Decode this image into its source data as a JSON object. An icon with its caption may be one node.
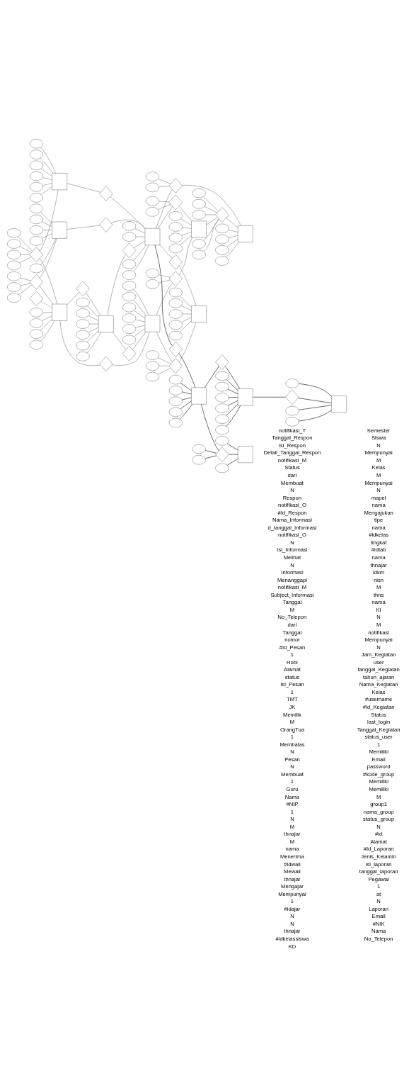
{
  "diagram": {
    "nodes": [
      {
        "text": [],
        "shape": "ellipse"
      },
      {
        "text": [],
        "shape": "ellipse"
      },
      {
        "text": [],
        "shape": "ellipse"
      },
      {
        "text": [],
        "shape": "ellipse"
      },
      {
        "text": [],
        "shape": "diamond"
      },
      {
        "text": [],
        "shape": "ellipse"
      },
      {
        "text": [],
        "shape": "ellipse"
      },
      {
        "text": [],
        "shape": "ellipse"
      },
      {
        "text": [],
        "shape": "ellipse"
      },
      {
        "text": [],
        "shape": "box"
      },
      {
        "text": [],
        "shape": "ellipse"
      },
      {
        "text": [],
        "shape": "ellipse"
      },
      {
        "text": [],
        "shape": "ellipse"
      },
      {
        "text": [],
        "shape": "ellipse"
      },
      {
        "text": [],
        "shape": "diamond"
      },
      {
        "text": [],
        "shape": "ellipse"
      },
      {
        "text": [],
        "shape": "ellipse"
      },
      {
        "text": [],
        "shape": "ellipse"
      },
      {
        "text": [],
        "shape": "ellipse"
      },
      {
        "text": [],
        "shape": "box"
      },
      {
        "text": [],
        "shape": "ellipse"
      },
      {
        "text": [],
        "shape": "ellipse"
      },
      {
        "text": [],
        "shape": "diamond"
      },
      {
        "text": [],
        "shape": "diamond"
      },
      {
        "text": [],
        "shape": "ellipse"
      },
      {
        "text": [],
        "shape": "ellipse"
      },
      {
        "text": [],
        "shape": "ellipse"
      },
      {
        "text": [],
        "shape": "diamond"
      },
      {
        "text": [],
        "shape": "box"
      },
      {
        "text": [],
        "shape": "ellipse"
      },
      {
        "text": [],
        "shape": "diamond"
      },
      {
        "text": [],
        "shape": "ellipse"
      },
      {
        "text": [],
        "shape": "ellipse"
      },
      {
        "text": [],
        "shape": "ellipse"
      },
      {
        "text": [],
        "shape": "ellipse"
      },
      {
        "text": [],
        "shape": "ellipse"
      },
      {
        "text": [],
        "shape": "ellipse"
      },
      {
        "text": [],
        "shape": "box"
      },
      {
        "text": [],
        "shape": "diamond"
      },
      {
        "text": [],
        "shape": "ellipse"
      },
      {
        "text": [],
        "shape": "ellipse"
      },
      {
        "text": [],
        "shape": "box"
      },
      {
        "text": [],
        "shape": "ellipse"
      },
      {
        "text": [],
        "shape": "ellipse"
      },
      {
        "text": [],
        "shape": "diamond"
      },
      {
        "text": [],
        "shape": "diamond"
      },
      {
        "text": [],
        "shape": "ellipse"
      },
      {
        "text": [],
        "shape": "diamond"
      },
      {
        "text": [],
        "shape": "ellipse"
      },
      {
        "text": [],
        "shape": "ellipse"
      },
      {
        "text": [],
        "shape": "diamond"
      },
      {
        "text": [],
        "shape": "ellipse"
      },
      {
        "text": [],
        "shape": "ellipse"
      },
      {
        "text": [],
        "shape": "ellipse"
      },
      {
        "text": [],
        "shape": "box"
      },
      {
        "text": [],
        "shape": "ellipse"
      },
      {
        "text": [],
        "shape": "ellipse"
      },
      {
        "text": [],
        "shape": "ellipse"
      },
      {
        "text": [],
        "shape": "ellipse"
      },
      {
        "text": [],
        "shape": "ellipse"
      },
      {
        "text": [],
        "shape": "ellipse"
      },
      {
        "text": [],
        "shape": "diamond"
      },
      {
        "text": [],
        "shape": "ellipse"
      },
      {
        "text": [],
        "shape": "box"
      },
      {
        "text": [],
        "shape": "ellipse"
      },
      {
        "text": [],
        "shape": "ellipse"
      },
      {
        "text": [],
        "shape": "ellipse"
      },
      {
        "text": [],
        "shape": "ellipse"
      },
      {
        "text": [],
        "shape": "ellipse"
      },
      {
        "text": [],
        "shape": "diamond"
      },
      {
        "text": [],
        "shape": "ellipse"
      },
      {
        "text": [],
        "shape": "ellipse"
      },
      {
        "text": [],
        "shape": "ellipse"
      },
      {
        "text": [],
        "shape": "box"
      },
      {
        "text": [],
        "shape": "ellipse"
      },
      {
        "text": [],
        "shape": "ellipse"
      },
      {
        "text": [],
        "shape": "ellipse"
      },
      {
        "text": [],
        "shape": "ellipse"
      },
      {
        "text": [],
        "shape": "diamond"
      },
      {
        "text": [],
        "shape": "ellipse"
      },
      {
        "text": [],
        "shape": "diamond"
      },
      {
        "text": [],
        "shape": "box"
      },
      {
        "text": [],
        "shape": "ellipse"
      },
      {
        "text": [],
        "shape": "ellipse"
      },
      {
        "text": [],
        "shape": "ellipse"
      },
      {
        "text": [],
        "shape": "ellipse"
      },
      {
        "text": [],
        "shape": "ellipse"
      },
      {
        "text": [],
        "shape": "ellipse"
      },
      {
        "text": [],
        "shape": "ellipse"
      },
      {
        "text": [],
        "shape": "ellipse"
      },
      {
        "text": [],
        "shape": "ellipse"
      },
      {
        "text": [],
        "shape": "ellipse"
      },
      {
        "text": [],
        "shape": "diamond"
      },
      {
        "text": [],
        "shape": "ellipse"
      },
      {
        "text": [],
        "shape": "box"
      },
      {
        "text": [],
        "shape": "ellipse"
      },
      {
        "text": [],
        "shape": "ellipse"
      },
      {
        "text": [],
        "shape": "diamond"
      },
      {
        "text": [],
        "shape": "diamond"
      },
      {
        "text": [],
        "shape": "box"
      },
      {
        "text": [],
        "shape": "ellipse"
      },
      {
        "text": [],
        "shape": "ellipse"
      },
      {
        "text": [],
        "shape": "ellipse"
      },
      {
        "text": [],
        "shape": "ellipse"
      },
      {
        "text": [],
        "shape": "ellipse"
      },
      {
        "text": [],
        "shape": "ellipse"
      },
      {
        "text": [],
        "shape": "ellipse"
      },
      {
        "text": [],
        "shape": "ellipse"
      },
      {
        "text": [],
        "shape": "box"
      },
      {
        "text": [],
        "shape": "diamond"
      },
      {
        "text": [],
        "shape": "box"
      },
      {
        "text": [],
        "shape": "ellipse"
      },
      {
        "text": [],
        "shape": "ellipse"
      },
      {
        "text": [],
        "shape": "ellipse"
      },
      {
        "text": [],
        "shape": "ellipse"
      }
    ],
    "edges": [
      {
        "from": 0,
        "to": 4,
        "arrow": "none"
      },
      {
        "from": 1,
        "to": 4,
        "arrow": "none"
      },
      {
        "from": 2,
        "to": 4,
        "arrow": "none"
      },
      {
        "from": 3,
        "to": 4,
        "arrow": "none"
      },
      {
        "from": 4,
        "to": 9,
        "arrow": "none"
      },
      {
        "from": 4,
        "to": 28,
        "arrow": "none"
      },
      {
        "from": 5,
        "to": 9,
        "arrow": "none"
      },
      {
        "from": 6,
        "to": 9,
        "arrow": "none"
      },
      {
        "from": 7,
        "to": 9,
        "arrow": "none"
      },
      {
        "from": 8,
        "to": 9,
        "arrow": "none"
      },
      {
        "from": 10,
        "to": 9,
        "arrow": "none"
      },
      {
        "from": 11,
        "to": 9,
        "arrow": "none"
      },
      {
        "from": 9,
        "to": 22,
        "arrow": "none"
      },
      {
        "from": 12,
        "to": 14,
        "arrow": "none"
      },
      {
        "from": 13,
        "to": 14,
        "arrow": "none"
      },
      {
        "from": 15,
        "to": 14,
        "arrow": "none"
      },
      {
        "from": 14,
        "to": 19,
        "arrow": "none"
      },
      {
        "from": 14,
        "to": 28,
        "arrow": "none"
      },
      {
        "from": 16,
        "to": 19,
        "arrow": "none"
      },
      {
        "from": 17,
        "to": 19,
        "arrow": "none"
      },
      {
        "from": 18,
        "to": 19,
        "arrow": "none"
      },
      {
        "from": 20,
        "to": 19,
        "arrow": "none"
      },
      {
        "from": 21,
        "to": 19,
        "arrow": "none"
      },
      {
        "from": 19,
        "to": 23,
        "arrow": "none"
      },
      {
        "from": 23,
        "to": 41,
        "arrow": "none"
      },
      {
        "from": 22,
        "to": 41,
        "arrow": "none"
      },
      {
        "from": 24,
        "to": 28,
        "arrow": "none"
      },
      {
        "from": 25,
        "to": 28,
        "arrow": "none"
      },
      {
        "from": 26,
        "to": 28,
        "arrow": "none"
      },
      {
        "from": 29,
        "to": 28,
        "arrow": "none"
      },
      {
        "from": 27,
        "to": 28,
        "arrow": "none",
        "style": "dashed"
      },
      {
        "from": 28,
        "to": 30,
        "arrow": "none"
      },
      {
        "from": 30,
        "to": 37,
        "arrow": "none"
      },
      {
        "from": 28,
        "to": 44,
        "arrow": "none"
      },
      {
        "from": 44,
        "to": 54,
        "arrow": "none"
      },
      {
        "from": 31,
        "to": 37,
        "arrow": "none"
      },
      {
        "from": 32,
        "to": 37,
        "arrow": "none"
      },
      {
        "from": 33,
        "to": 37,
        "arrow": "none"
      },
      {
        "from": 34,
        "to": 37,
        "arrow": "none"
      },
      {
        "from": 35,
        "to": 37,
        "arrow": "none"
      },
      {
        "from": 36,
        "to": 37,
        "arrow": "none"
      },
      {
        "from": 37,
        "to": 38,
        "arrow": "none"
      },
      {
        "from": 38,
        "to": 41,
        "arrow": "none"
      },
      {
        "from": 37,
        "to": 45,
        "arrow": "none"
      },
      {
        "from": 45,
        "to": 54,
        "arrow": "none"
      },
      {
        "from": 39,
        "to": 41,
        "arrow": "none"
      },
      {
        "from": 40,
        "to": 41,
        "arrow": "none"
      },
      {
        "from": 42,
        "to": 41,
        "arrow": "none"
      },
      {
        "from": 43,
        "to": 41,
        "arrow": "none"
      },
      {
        "from": 41,
        "to": 47,
        "arrow": "none"
      },
      {
        "from": 46,
        "to": 47,
        "arrow": "none"
      },
      {
        "from": 48,
        "to": 47,
        "arrow": "none"
      },
      {
        "from": 47,
        "to": 63,
        "arrow": "none"
      },
      {
        "from": 41,
        "to": 50,
        "arrow": "none"
      },
      {
        "from": 49,
        "to": 50,
        "arrow": "none"
      },
      {
        "from": 51,
        "to": 50,
        "arrow": "none"
      },
      {
        "from": 50,
        "to": 73,
        "arrow": "none"
      },
      {
        "from": 41,
        "to": 78,
        "arrow": "none"
      },
      {
        "from": 78,
        "to": 81,
        "arrow": "none"
      },
      {
        "from": 41,
        "to": 92,
        "arrow": "none",
        "color": "#000000"
      },
      {
        "from": 52,
        "to": 54,
        "arrow": "none"
      },
      {
        "from": 53,
        "to": 54,
        "arrow": "none"
      },
      {
        "from": 55,
        "to": 54,
        "arrow": "none"
      },
      {
        "from": 56,
        "to": 54,
        "arrow": "none"
      },
      {
        "from": 57,
        "to": 54,
        "arrow": "none"
      },
      {
        "from": 58,
        "to": 54,
        "arrow": "none"
      },
      {
        "from": 54,
        "to": 61,
        "arrow": "none"
      },
      {
        "from": 59,
        "to": 61,
        "arrow": "none"
      },
      {
        "from": 60,
        "to": 61,
        "arrow": "none"
      },
      {
        "from": 61,
        "to": 63,
        "arrow": "none"
      },
      {
        "from": 54,
        "to": 80,
        "arrow": "none"
      },
      {
        "from": 62,
        "to": 63,
        "arrow": "none"
      },
      {
        "from": 64,
        "to": 63,
        "arrow": "none"
      },
      {
        "from": 65,
        "to": 63,
        "arrow": "none"
      },
      {
        "from": 66,
        "to": 63,
        "arrow": "none"
      },
      {
        "from": 63,
        "to": 69,
        "arrow": "none"
      },
      {
        "from": 67,
        "to": 69,
        "arrow": "none"
      },
      {
        "from": 68,
        "to": 69,
        "arrow": "none"
      },
      {
        "from": 70,
        "to": 69,
        "arrow": "none"
      },
      {
        "from": 71,
        "to": 69,
        "arrow": "none"
      },
      {
        "from": 72,
        "to": 69,
        "arrow": "none"
      },
      {
        "from": 69,
        "to": 73,
        "arrow": "none"
      },
      {
        "from": 74,
        "to": 73,
        "arrow": "none"
      },
      {
        "from": 75,
        "to": 73,
        "arrow": "none"
      },
      {
        "from": 76,
        "to": 73,
        "arrow": "none"
      },
      {
        "from": 77,
        "to": 73,
        "arrow": "none"
      },
      {
        "from": 79,
        "to": 80,
        "arrow": "none"
      },
      {
        "from": 80,
        "to": 81,
        "arrow": "none"
      },
      {
        "from": 82,
        "to": 80,
        "arrow": "none"
      },
      {
        "from": 83,
        "to": 80,
        "arrow": "none"
      },
      {
        "from": 84,
        "to": 81,
        "arrow": "none"
      },
      {
        "from": 85,
        "to": 81,
        "arrow": "none"
      },
      {
        "from": 86,
        "to": 81,
        "arrow": "none"
      },
      {
        "from": 87,
        "to": 81,
        "arrow": "none"
      },
      {
        "from": 88,
        "to": 81,
        "arrow": "none"
      },
      {
        "from": 89,
        "to": 94,
        "arrow": "none",
        "color": "#000000"
      },
      {
        "from": 90,
        "to": 94,
        "arrow": "none",
        "color": "#000000"
      },
      {
        "from": 91,
        "to": 94,
        "arrow": "none",
        "color": "#000000"
      },
      {
        "from": 93,
        "to": 94,
        "arrow": "none",
        "color": "#000000"
      },
      {
        "from": 95,
        "to": 94,
        "arrow": "none",
        "color": "#000000"
      },
      {
        "from": 92,
        "to": 94,
        "arrow": "none",
        "color": "#000000"
      },
      {
        "from": 94,
        "to": 97,
        "arrow": "none",
        "color": "#000000"
      },
      {
        "from": 94,
        "to": 98,
        "arrow": "none",
        "color": "#000000"
      },
      {
        "from": 98,
        "to": 99,
        "arrow": "none",
        "color": "#000000"
      },
      {
        "from": 96,
        "to": 99,
        "arrow": "none",
        "color": "#000000"
      },
      {
        "from": 102,
        "to": 99,
        "arrow": "none",
        "color": "#000000"
      },
      {
        "from": 100,
        "to": 98,
        "arrow": "none",
        "color": "#000000"
      },
      {
        "from": 101,
        "to": 98,
        "arrow": "none",
        "color": "#000000"
      },
      {
        "from": 97,
        "to": 108,
        "arrow": "none",
        "color": "#000000"
      },
      {
        "from": 103,
        "to": 108,
        "arrow": "none",
        "color": "#000000"
      },
      {
        "from": 106,
        "to": 108,
        "arrow": "none",
        "color": "#000000"
      },
      {
        "from": 111,
        "to": 108,
        "arrow": "none",
        "color": "#000000"
      },
      {
        "from": 112,
        "to": 108,
        "arrow": "none",
        "color": "#000000"
      },
      {
        "from": 113,
        "to": 108,
        "arrow": "none",
        "color": "#000000"
      },
      {
        "from": 114,
        "to": 108,
        "arrow": "none",
        "color": "#000000"
      },
      {
        "from": 108,
        "to": 109,
        "arrow": "none",
        "color": "#000000"
      },
      {
        "from": 109,
        "to": 110,
        "arrow": "none",
        "color": "#000000"
      },
      {
        "from": 104,
        "to": 110,
        "arrow": "none",
        "color": "#000000"
      },
      {
        "from": 105,
        "to": 110,
        "arrow": "none",
        "color": "#000000"
      },
      {
        "from": 107,
        "to": 110,
        "arrow": "none",
        "color": "#000000"
      }
    ],
    "labels": [
      "notifikasi_T",
      "Tanggal_Respon",
      "Isi_Respon",
      "Detail_Tanggal_Respon",
      "notifikasi_M",
      "Status",
      "dari",
      "Membuat",
      "N",
      "Respon",
      "notifikasi_O",
      "#Id_Respon",
      "Nama_Informasi",
      "d_tanggal_Informasi",
      "notifikasi_O",
      "N",
      "Isi_Informasi",
      "Melihat",
      "N",
      "Informasi",
      "Menanggapi",
      "notifikasi_M",
      "Subject_Informasi",
      "Tanggal",
      "M",
      "No_Telepon",
      "dari",
      "Tanggal",
      "nomor",
      "#Id_Pesan",
      "1",
      "Hobi",
      "Alamat",
      "status",
      "Isi_Pesan",
      "1",
      "TMT",
      "JK",
      "Memilik",
      "M",
      "OrangTua",
      "1",
      "Membalas",
      "N",
      "Pesan",
      "N",
      "Membuat",
      "1",
      "Guru",
      "Nama",
      "#NIP",
      "1",
      "N",
      "M",
      "thnajar",
      "M",
      "nama",
      "Menerima",
      "#idwali",
      "Mewali",
      "thnajar",
      "Mengajar",
      "Mempunyai",
      "1",
      "#idajar",
      "N",
      "N",
      "thnajar",
      "#idkelassiswa",
      "KD",
      "Semester",
      "Siswa",
      "N",
      "Mempunyai",
      "M",
      "Kelas",
      "M",
      "Mempunyai",
      "N",
      "mapel",
      "nama",
      "Mengajukan",
      "tipe",
      "nama",
      "#idkelas",
      "tingkat",
      "#idtab",
      "nama",
      "thnajar",
      "idkm",
      "nisn",
      "M",
      "thns",
      "nama",
      "KI",
      "N",
      "M",
      "notifikasi",
      "Mempunyai",
      "N",
      "Jam_Kegiatan",
      "user",
      "tanggal_Kegiatan",
      "tahun_ajaran",
      "Nama_Kegiatan",
      "Kelas",
      "#username",
      "#Id_Kegiatan",
      "Status",
      "last_login",
      "Tanggal_Kegiatan",
      "status_user",
      "1",
      "Memiliki",
      "Email",
      "password",
      "#kode_group",
      "Memiliki",
      "Memiliki",
      "M",
      "group1",
      "nama_group",
      "status_group",
      "N",
      "#id",
      "Alamat",
      "#Id_Laporan",
      "Jenis_Kelamin",
      "isi_laporan",
      "tanggal_laporan",
      "Pegawai",
      "1",
      "at",
      "N",
      "Laporan",
      "Email",
      "#NIK",
      "Nama",
      "No_Telepon"
    ]
  }
}
